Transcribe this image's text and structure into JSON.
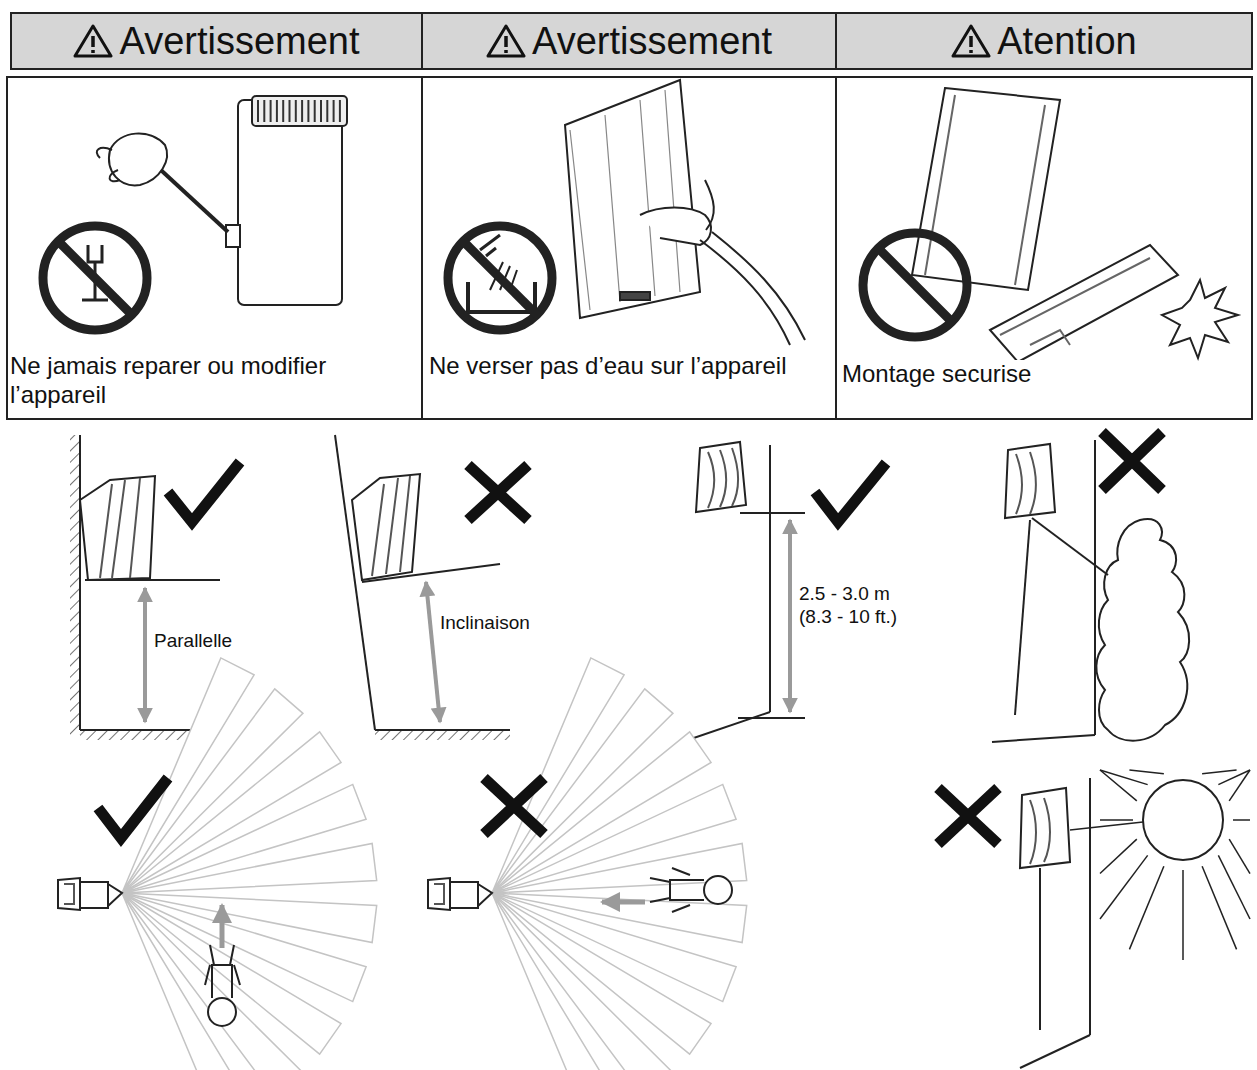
{
  "diagram": {
    "nodes": [
      {
        "text": [
          "Avertissement"
        ]
      },
      {
        "text": [
          "Avertissement"
        ]
      },
      {
        "text": [
          "Atention"
        ]
      },
      {
        "text": [
          "Ne jamais reparer ou modifier l’appareil"
        ]
      },
      {
        "text": [
          "Ne verser pas d’eau sur l’appareil"
        ]
      },
      {
        "text": [
          "Montage securise"
        ]
      }
    ],
    "labels": [
      "Parallelle",
      "Inclinaison",
      "2.5 - 3.0 m (8.3 - 10 ft.)"
    ]
  }
}
